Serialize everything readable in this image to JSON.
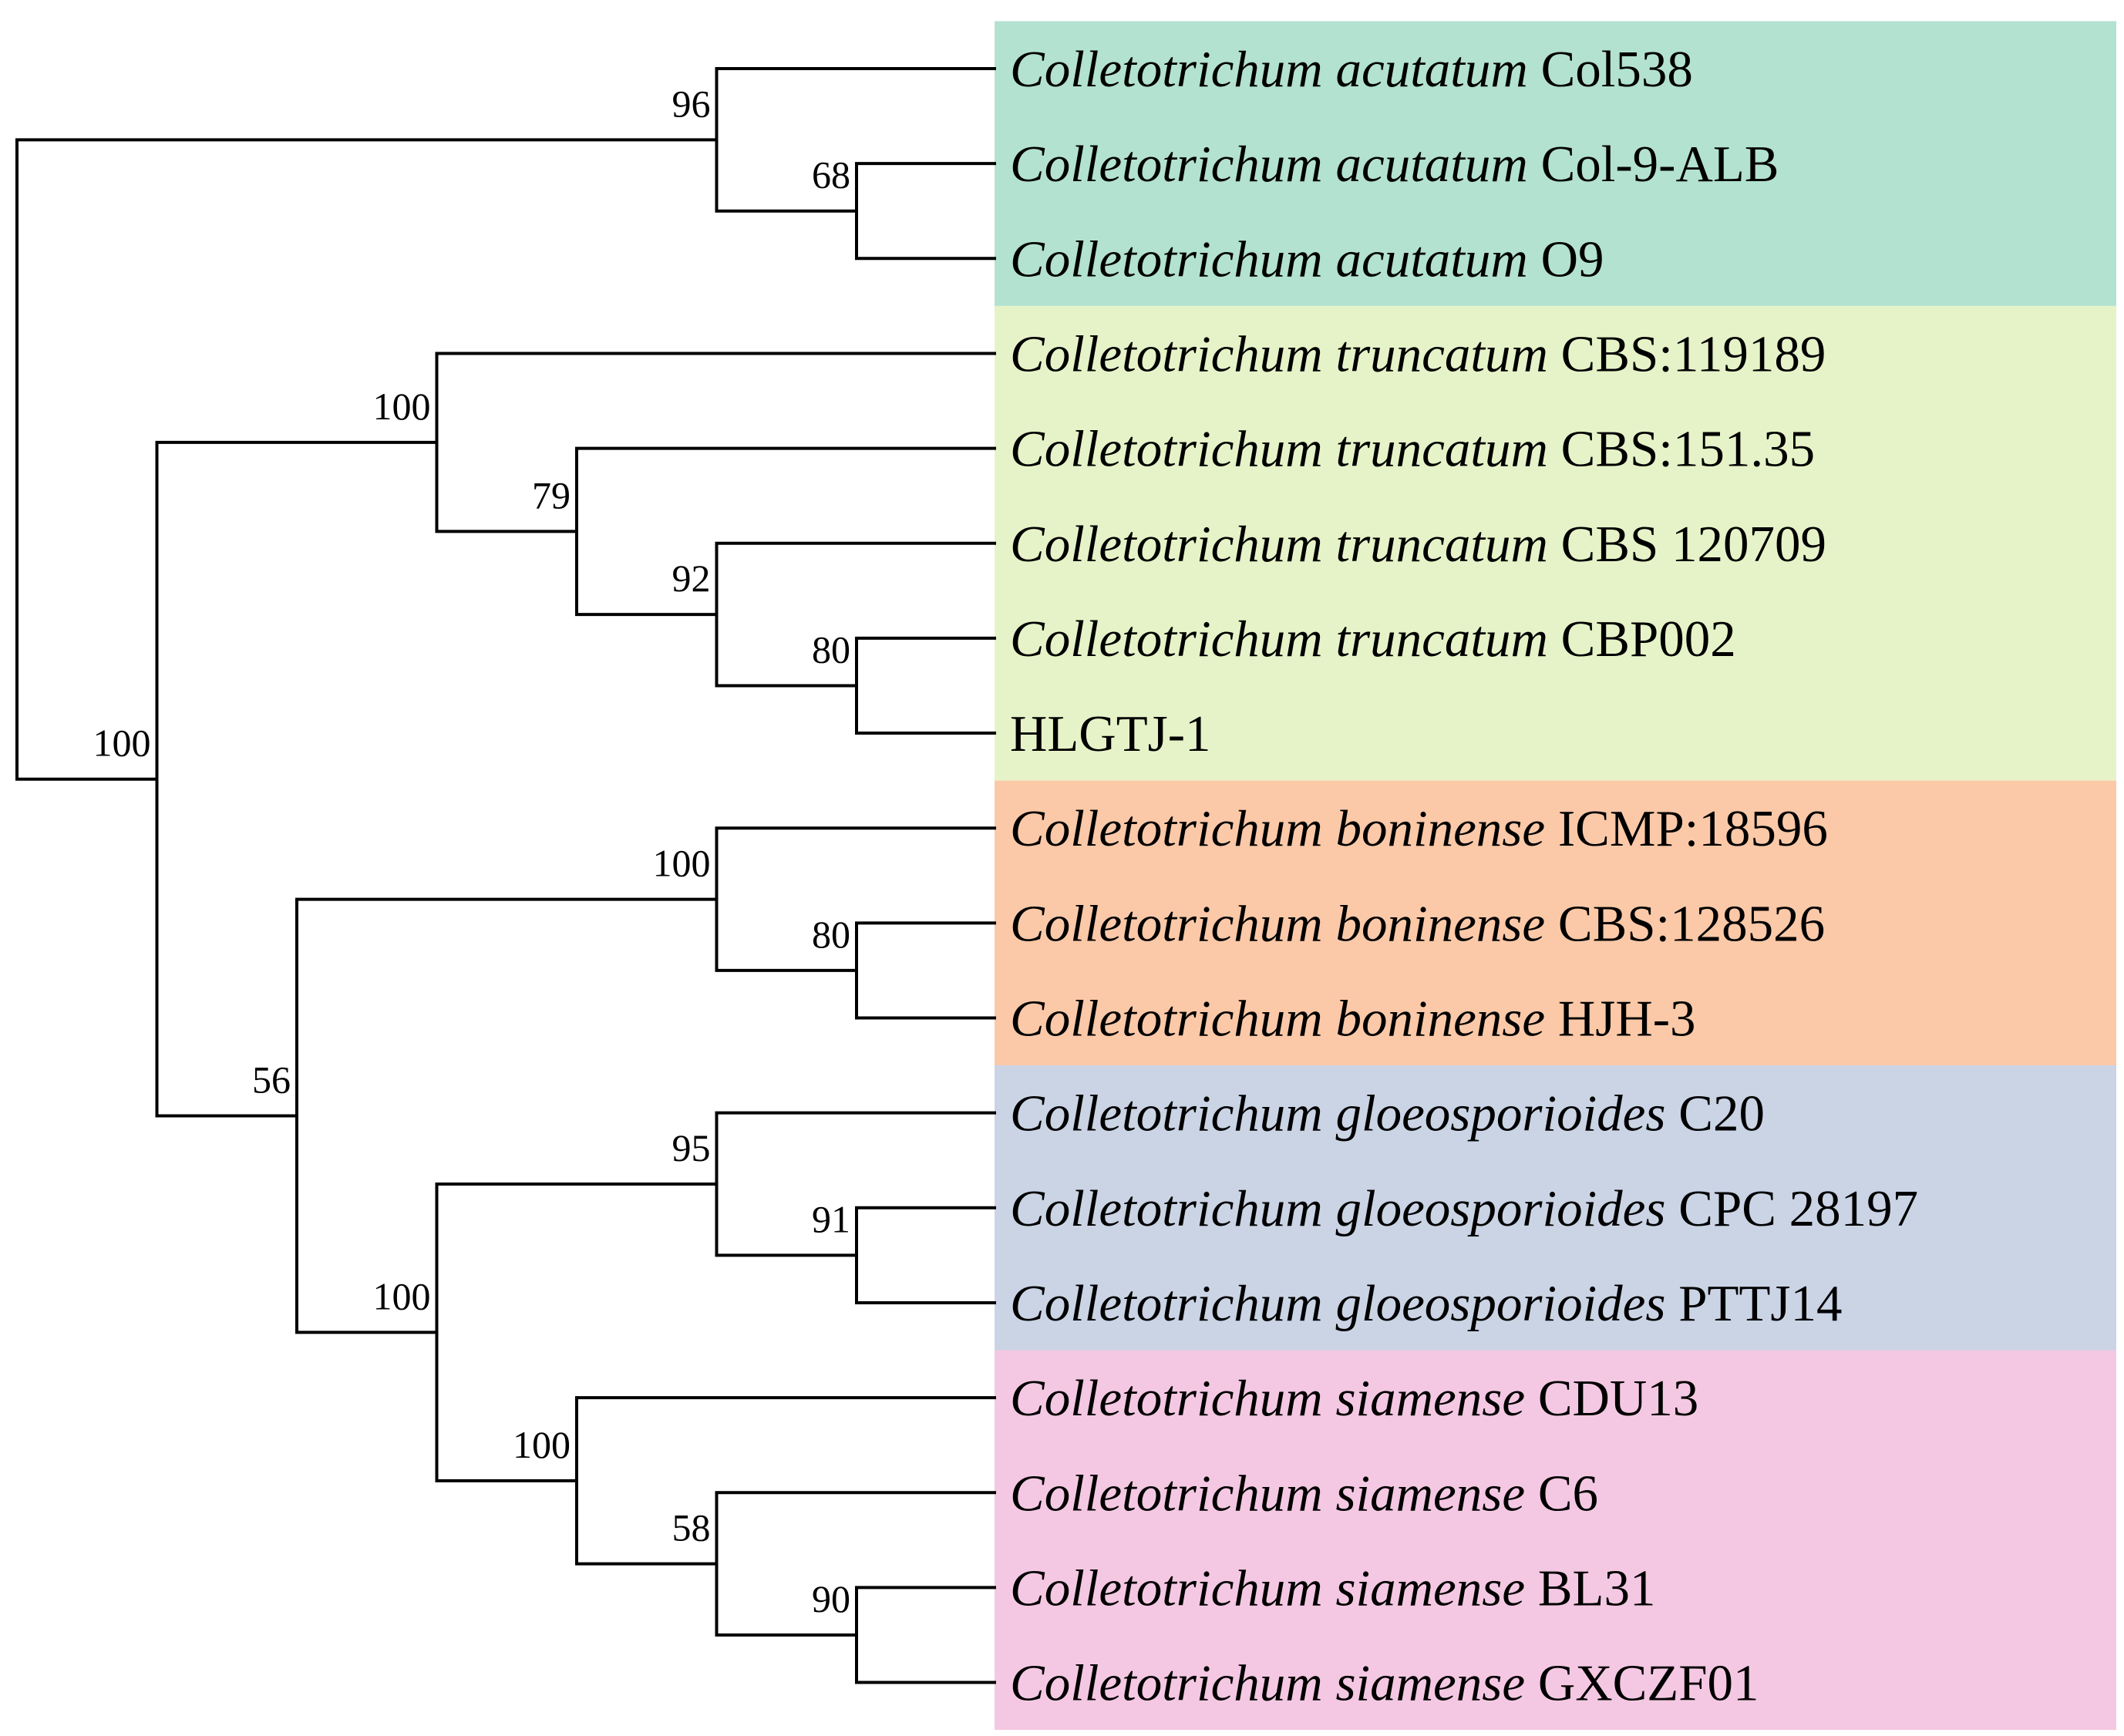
{
  "tree": {
    "clade_colors": {
      "acutatum": "#b3e2d0",
      "truncatum": "#e6f3c8",
      "boninense": "#fbc9a8",
      "gloeosporioides": "#cad4e5",
      "siamense": "#f4c8e2"
    },
    "clades": [
      {
        "id": "acutatum",
        "color_key": "acutatum",
        "first_leaf": 0,
        "last_leaf": 2
      },
      {
        "id": "truncatum",
        "color_key": "truncatum",
        "first_leaf": 3,
        "last_leaf": 7
      },
      {
        "id": "boninense",
        "color_key": "boninense",
        "first_leaf": 8,
        "last_leaf": 10
      },
      {
        "id": "gloeosporioides",
        "color_key": "gloeosporioides",
        "first_leaf": 11,
        "last_leaf": 13
      },
      {
        "id": "siamense",
        "color_key": "siamense",
        "first_leaf": 14,
        "last_leaf": 17
      }
    ],
    "leaves": [
      {
        "genus": "Colletotrichum",
        "species": "acutatum",
        "strain": "Col538"
      },
      {
        "genus": "Colletotrichum",
        "species": "acutatum",
        "strain": "Col-9-ALB"
      },
      {
        "genus": "Colletotrichum",
        "species": "acutatum",
        "strain": "O9"
      },
      {
        "genus": "Colletotrichum",
        "species": "truncatum",
        "strain": "CBS:119189"
      },
      {
        "genus": "Colletotrichum",
        "species": "truncatum",
        "strain": "CBS:151.35"
      },
      {
        "genus": "Colletotrichum",
        "species": "truncatum",
        "strain": "CBS 120709"
      },
      {
        "genus": "Colletotrichum",
        "species": "truncatum",
        "strain": "CBP002"
      },
      {
        "genus": "",
        "species": "",
        "strain": "HLGTJ-1"
      },
      {
        "genus": "Colletotrichum",
        "species": "boninense",
        "strain": "ICMP:18596"
      },
      {
        "genus": "Colletotrichum",
        "species": "boninense",
        "strain": "CBS:128526"
      },
      {
        "genus": "Colletotrichum",
        "species": "boninense",
        "strain": "HJH-3"
      },
      {
        "genus": "Colletotrichum",
        "species": "gloeosporioides",
        "strain": "C20"
      },
      {
        "genus": "Colletotrichum",
        "species": "gloeosporioides",
        "strain": "CPC 28197"
      },
      {
        "genus": "Colletotrichum",
        "species": "gloeosporioides",
        "strain": "PTTJ14"
      },
      {
        "genus": "Colletotrichum",
        "species": "siamense",
        "strain": "CDU13"
      },
      {
        "genus": "Colletotrichum",
        "species": "siamense",
        "strain": "C6"
      },
      {
        "genus": "Colletotrichum",
        "species": "siamense",
        "strain": "BL31"
      },
      {
        "genus": "Colletotrichum",
        "species": "siamense",
        "strain": "GXCZF01"
      }
    ],
    "nodes": [
      {
        "id": "root",
        "depth": 0,
        "support": "",
        "children": [
          "n_acut",
          "n_main"
        ]
      },
      {
        "id": "n_acut",
        "depth": 5,
        "support": "96",
        "children": [
          0,
          "n_acut2"
        ]
      },
      {
        "id": "n_acut2",
        "depth": 6,
        "support": "68",
        "children": [
          1,
          2
        ]
      },
      {
        "id": "n_main",
        "depth": 1,
        "support": "100",
        "children": [
          "n_trunc",
          "n_rest"
        ]
      },
      {
        "id": "n_trunc",
        "depth": 3,
        "support": "100",
        "children": [
          3,
          "n_tr79"
        ]
      },
      {
        "id": "n_tr79",
        "depth": 4,
        "support": "79",
        "children": [
          4,
          "n_tr92"
        ]
      },
      {
        "id": "n_tr92",
        "depth": 5,
        "support": "92",
        "children": [
          5,
          "n_tr80"
        ]
      },
      {
        "id": "n_tr80",
        "depth": 6,
        "support": "80",
        "children": [
          6,
          7
        ]
      },
      {
        "id": "n_rest",
        "depth": 2,
        "support": "56",
        "children": [
          "n_bon",
          "n_glo_sia"
        ]
      },
      {
        "id": "n_bon",
        "depth": 5,
        "support": "100",
        "children": [
          8,
          "n_bon80"
        ]
      },
      {
        "id": "n_bon80",
        "depth": 6,
        "support": "80",
        "children": [
          9,
          10
        ]
      },
      {
        "id": "n_glo_sia",
        "depth": 3,
        "support": "100",
        "children": [
          "n_glo",
          "n_sia"
        ]
      },
      {
        "id": "n_glo",
        "depth": 5,
        "support": "95",
        "children": [
          11,
          "n_glo91"
        ]
      },
      {
        "id": "n_glo91",
        "depth": 6,
        "support": "91",
        "children": [
          12,
          13
        ]
      },
      {
        "id": "n_sia",
        "depth": 4,
        "support": "100",
        "children": [
          14,
          "n_sia58"
        ]
      },
      {
        "id": "n_sia58",
        "depth": 5,
        "support": "58",
        "children": [
          15,
          "n_sia90"
        ]
      },
      {
        "id": "n_sia90",
        "depth": 6,
        "support": "90",
        "children": [
          16,
          17
        ]
      }
    ]
  }
}
